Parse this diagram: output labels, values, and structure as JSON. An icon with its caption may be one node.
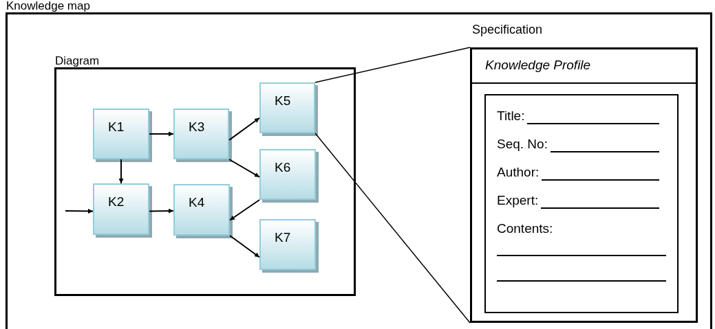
{
  "diagram": {
    "nodes": [
      {
        "text": [
          "Knowledge map"
        ]
      },
      {
        "text": [
          "Diagram"
        ],
        "in": 0
      },
      {
        "text": [
          "K1"
        ],
        "in": 1
      },
      {
        "text": [
          "K2"
        ],
        "in": 1
      },
      {
        "text": [
          "K3"
        ],
        "in": 1
      },
      {
        "text": [
          "K4"
        ],
        "in": 1
      },
      {
        "text": [
          "K5"
        ],
        "in": 1
      },
      {
        "text": [
          "K6"
        ],
        "in": 1
      },
      {
        "text": [
          "K7"
        ],
        "in": 1
      },
      {
        "text": [
          "Specification",
          "Knowledge Profile"
        ],
        "in": 0
      },
      {
        "text": [
          "Title:",
          "Seq. No:",
          "Author:",
          "Expert:",
          "Contents:"
        ],
        "in": 9
      }
    ],
    "edges": [
      {
        "from": 2,
        "to": 4,
        "arrow": "to"
      },
      {
        "from": 2,
        "to": 3,
        "arrow": "to"
      },
      {
        "from": null,
        "to": 3,
        "arrow": "to"
      },
      {
        "from": 3,
        "to": 5,
        "arrow": "to"
      },
      {
        "from": 4,
        "to": 6,
        "arrow": "to"
      },
      {
        "from": 4,
        "to": 7,
        "arrow": "to"
      },
      {
        "from": 7,
        "to": 5,
        "arrow": "to"
      },
      {
        "from": 5,
        "to": 8,
        "arrow": "to"
      },
      {
        "from": 6,
        "to": 9,
        "arrow": "none"
      },
      {
        "from": 6,
        "to": 9,
        "arrow": "none"
      }
    ]
  }
}
